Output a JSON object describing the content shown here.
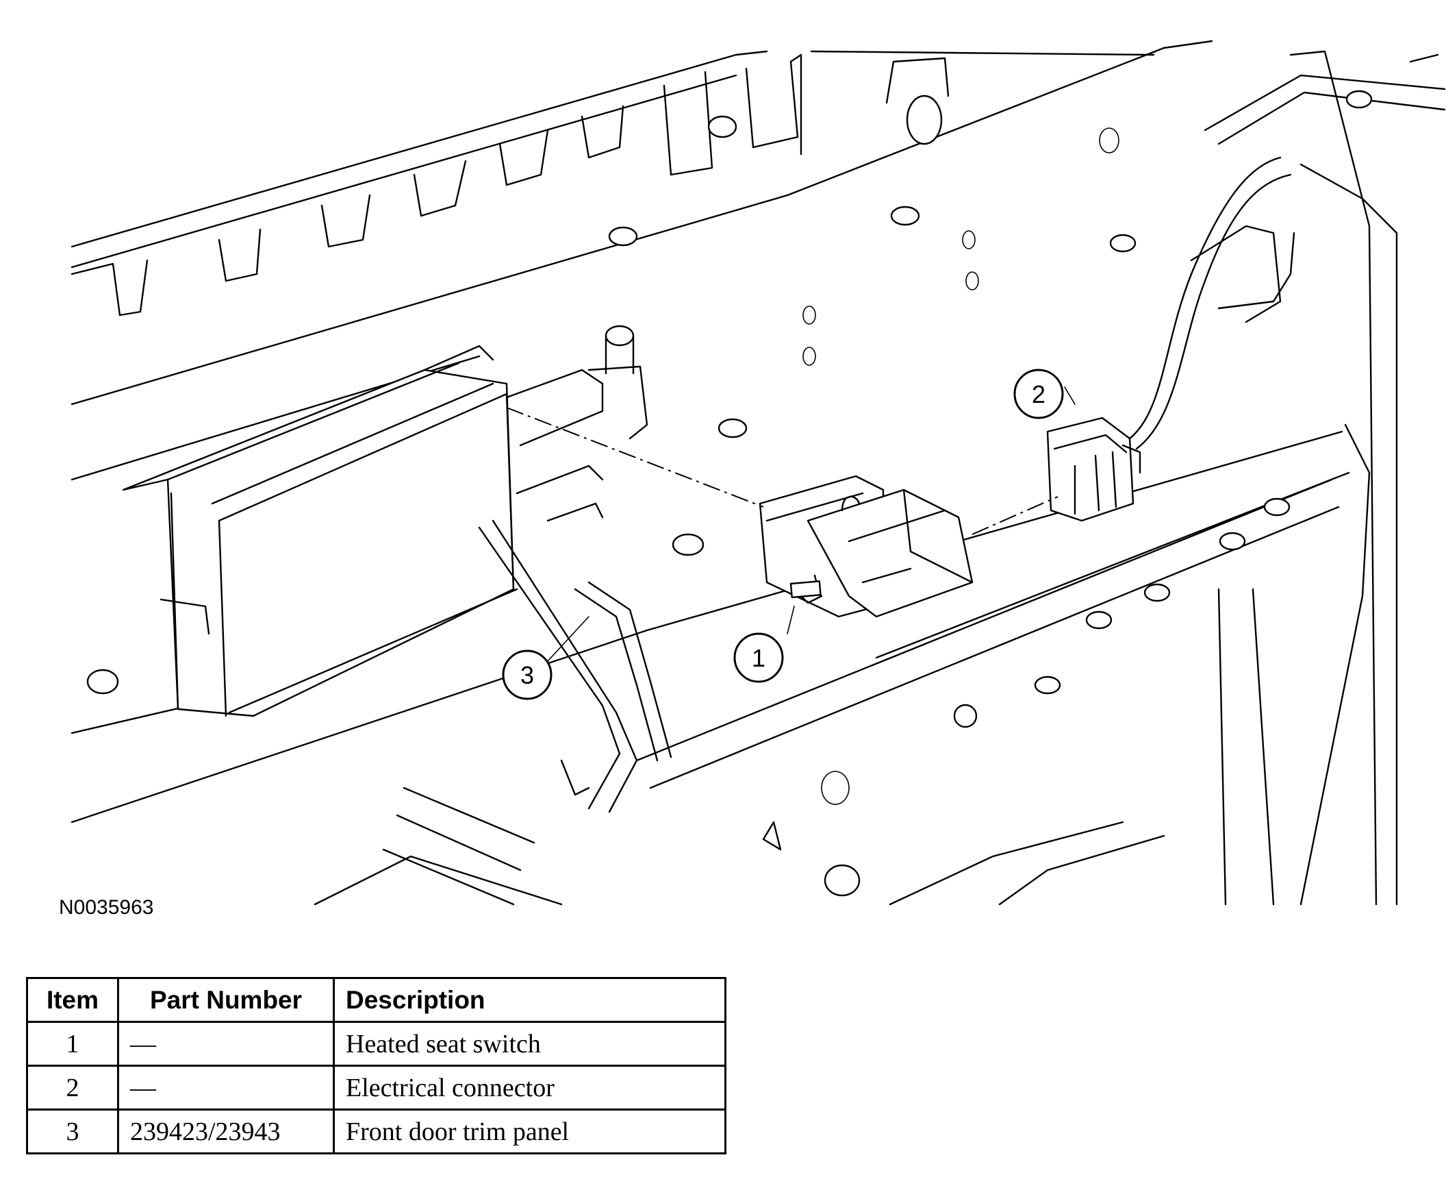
{
  "figure": {
    "id_label": "N0035963",
    "callouts": [
      "1",
      "2",
      "3"
    ]
  },
  "legend": {
    "headers": {
      "item": "Item",
      "part_number": "Part Number",
      "description": "Description"
    },
    "rows": [
      {
        "item": "1",
        "part_number": "—",
        "description": "Heated seat switch"
      },
      {
        "item": "2",
        "part_number": "—",
        "description": "Electrical connector"
      },
      {
        "item": "3",
        "part_number": "239423/23943",
        "description": "Front door trim panel"
      }
    ]
  }
}
